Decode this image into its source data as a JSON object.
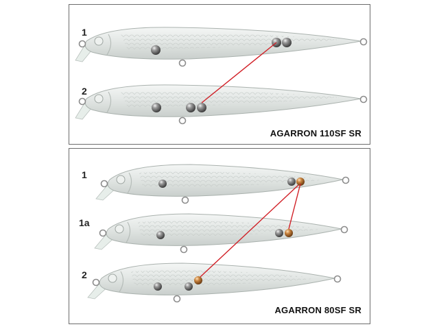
{
  "panels": [
    {
      "caption": "AGARRON 110SF SR",
      "rows": [
        "1",
        "2"
      ]
    },
    {
      "caption": "AGARRON 80SF SR",
      "rows": [
        "1",
        "1a",
        "2"
      ]
    }
  ],
  "colors": {
    "panel_border": "#6b6b6b",
    "lure_body": "#e4e8e6",
    "steel_ball": "#7d7d7d",
    "brass_ball": "#b7733a",
    "connector_line": "#d11f26"
  }
}
